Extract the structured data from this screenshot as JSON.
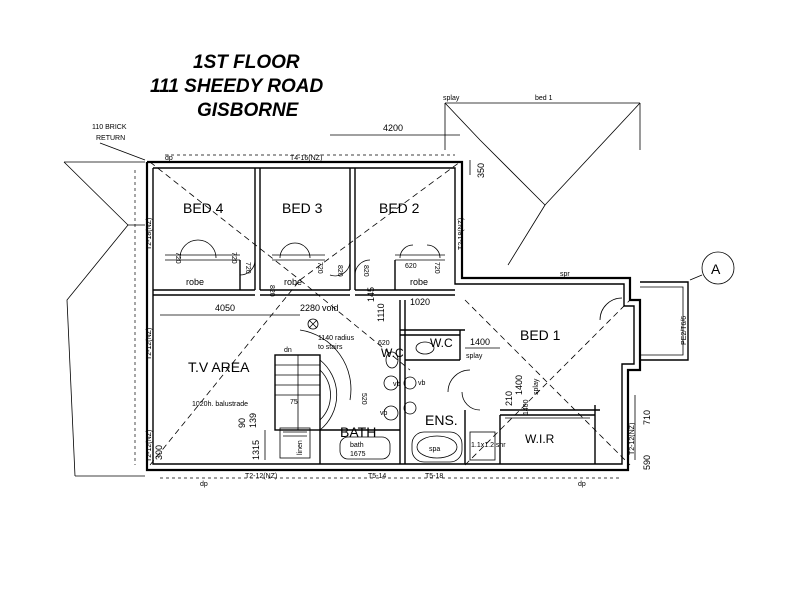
{
  "title": {
    "line1": "1ST FLOOR",
    "line2": "111 SHEEDY ROAD",
    "line3": "GISBORNE"
  },
  "rooms": {
    "bed4": "BED 4",
    "bed3": "BED 3",
    "bed2": "BED 2",
    "bed1": "BED 1",
    "tv_area": "T.V AREA",
    "bath": "BATH",
    "ens": "ENS.",
    "wc1": "W.C",
    "wc2": "W.C",
    "wir": "W.I.R"
  },
  "fixtures": {
    "robe1": "robe",
    "robe2": "robe",
    "robe3": "robe",
    "void": "void",
    "dn": "dn",
    "linen": "linen",
    "spa": "spa",
    "vb1": "vb",
    "vb2": "vb",
    "vb3": "vb",
    "bath_size": "1675",
    "bath_word": "bath",
    "shr": "1.1x1.2 shr",
    "splay1": "splay",
    "splay2": "splay",
    "splay3": "splay",
    "spr": "spr",
    "dp1": "dp",
    "dp2": "dp",
    "dp3": "dp",
    "bed1_top": "bed 1"
  },
  "notes": {
    "brick_return": "110 BRICK",
    "brick_return2": "RETURN",
    "radius": "1140 radius",
    "radius2": "to stairs",
    "balustrade": "1020h. balustrade",
    "section_marker": "A"
  },
  "dimensions": {
    "d4200": "4200",
    "d350": "350",
    "d4050": "4050",
    "d2280": "2280",
    "d145": "145",
    "d1110": "1110",
    "d1020": "1020",
    "d1400a": "1400",
    "d1400b": "1400",
    "d2210": "210",
    "d710": "710",
    "d590": "590",
    "d1315": "1315",
    "d300": "300",
    "d90": "90",
    "d139": "139",
    "d820a": "820",
    "d820b": "820",
    "d820c": "820",
    "d720a": "720",
    "d720b": "720",
    "d720c": "720",
    "d720d": "720",
    "d620a": "620",
    "d620b": "620",
    "d720e": "720",
    "d520": "520",
    "d75": "75",
    "d1400c": "1400"
  },
  "beams": {
    "b_top": "T4-16(NZ)",
    "b_left1": "T2-18(NZ)",
    "b_left2": "T2-12(NZ)",
    "b_left3": "T2-12(NZ)",
    "b_bottom1": "T2-12(NZ)",
    "b_bottom2": "T5-14",
    "b_bottom3": "T5-18",
    "b_right1": "T2-18(NZ)",
    "b_right2": "PE2/T6/6",
    "b_right3": "T2-12(NZ)"
  }
}
